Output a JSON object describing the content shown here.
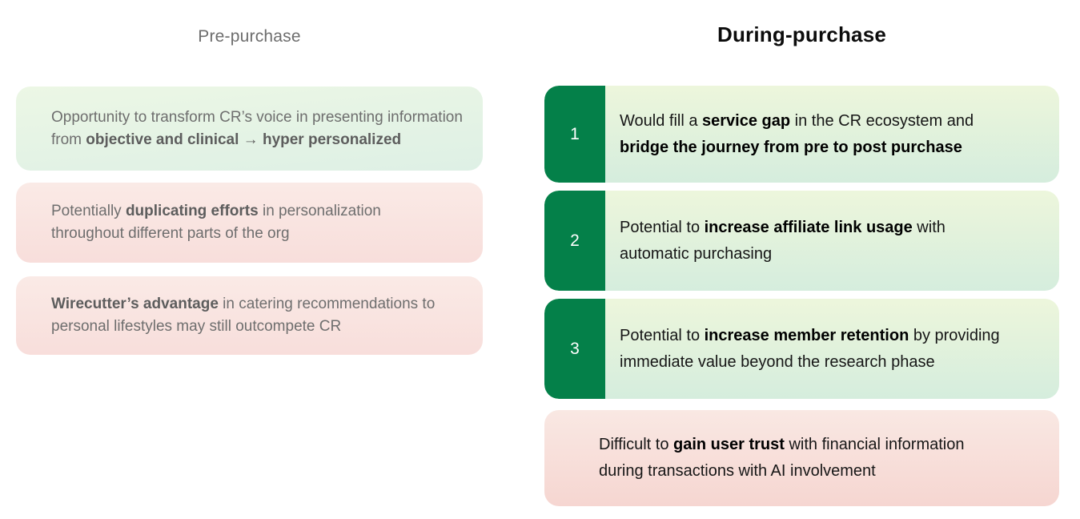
{
  "colors": {
    "background": "#ffffff",
    "green_accent": "#048049",
    "green_card_top": "#edf6dc",
    "green_card_bottom": "#d5eddd",
    "left_green_top": "#ecf7e5",
    "left_green_bottom": "#def0e5",
    "pink_card_top": "#faeae6",
    "pink_card_bottom": "#f8dedb",
    "right_pink_top": "#f9e8e3",
    "right_pink_bottom": "#f6d6d1",
    "muted_text": "#6e6e6e",
    "dark_text": "#161616"
  },
  "columns": {
    "pre": {
      "title": "Pre-purchase",
      "cards": [
        {
          "tone": "green",
          "lines": [
            [
              {
                "t": "Opportunity to transform CR’s voice in presenting information"
              }
            ],
            [
              {
                "t": "from "
              },
              {
                "t": "objective and clinical → hyper personalized",
                "b": true
              }
            ]
          ]
        },
        {
          "tone": "pink",
          "lines": [
            [
              {
                "t": "Potentially "
              },
              {
                "t": "duplicating efforts",
                "b": true
              },
              {
                "t": " in personalization"
              }
            ],
            [
              {
                "t": "throughout different parts of the org"
              }
            ]
          ]
        },
        {
          "tone": "pink",
          "lines": [
            [
              {
                "t": "Wirecutter’s advantage",
                "b": true
              },
              {
                "t": " in catering recommendations to"
              }
            ],
            [
              {
                "t": "personal lifestyles may still outcompete CR"
              }
            ]
          ]
        }
      ]
    },
    "during": {
      "title": "During-purchase",
      "cards": [
        {
          "tone": "green",
          "number": "1",
          "lines": [
            [
              {
                "t": "Would fill a "
              },
              {
                "t": "service gap",
                "b": true
              },
              {
                "t": " in the CR ecosystem and"
              }
            ],
            [
              {
                "t": "bridge the journey from pre to post purchase",
                "b": true
              }
            ]
          ]
        },
        {
          "tone": "green",
          "number": "2",
          "lines": [
            [
              {
                "t": "Potential to "
              },
              {
                "t": "increase affiliate link usage",
                "b": true
              },
              {
                "t": " with"
              }
            ],
            [
              {
                "t": "automatic purchasing"
              }
            ]
          ]
        },
        {
          "tone": "green",
          "number": "3",
          "lines": [
            [
              {
                "t": "Potential to "
              },
              {
                "t": "increase member retention",
                "b": true
              },
              {
                "t": " by providing"
              }
            ],
            [
              {
                "t": "immediate value beyond the research phase"
              }
            ]
          ]
        },
        {
          "tone": "pink",
          "lines": [
            [
              {
                "t": "Difficult to "
              },
              {
                "t": "gain user trust",
                "b": true
              },
              {
                "t": " with financial information"
              }
            ],
            [
              {
                "t": "during transactions with AI involvement"
              }
            ]
          ]
        }
      ]
    }
  }
}
